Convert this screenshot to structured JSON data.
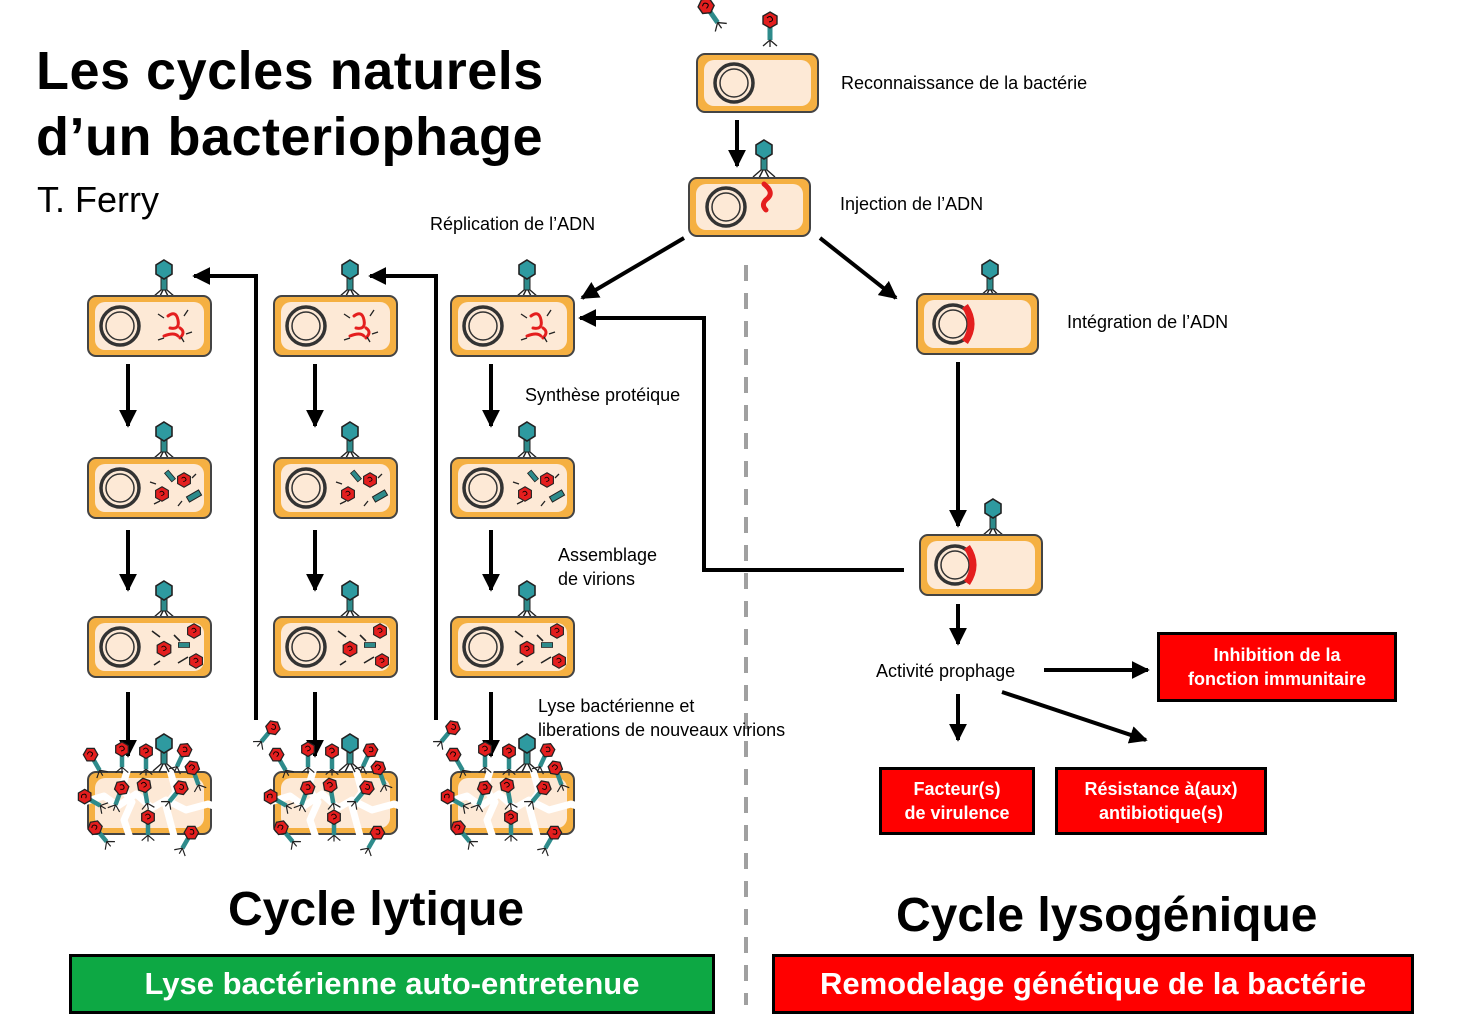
{
  "title_line1": "Les cycles naturels",
  "title_line2": "d’un bacteriophage",
  "author": "T. Ferry",
  "steps": {
    "recognition": "Reconnaissance de la bactérie",
    "injection": "Injection de l’ADN",
    "replication": "Réplication de l’ADN",
    "integration": "Intégration de l’ADN",
    "protein_synthesis": "Synthèse protéique",
    "assembly_line1": "Assemblage",
    "assembly_line2": "de virions",
    "lysis_line1": "Lyse bactérienne et",
    "lysis_line2": "liberations de nouveaux virions",
    "prophage_activity": "Activité prophage"
  },
  "outcomes": {
    "immune_line1": "Inhibition de la",
    "immune_line2": "fonction immunitaire",
    "virulence_line1": "Facteur(s)",
    "virulence_line2": "de virulence",
    "resistance_line1": "Résistance à(aux)",
    "resistance_line2": "antibiotique(s)"
  },
  "cycles": {
    "lytic_title": "Cycle lytique",
    "lysogenic_title": "Cycle lysogénique",
    "lytic_banner": "Lyse bactérienne auto-entretenue",
    "lysogenic_banner": "Remodelage génétique de la bactérie"
  },
  "colors": {
    "cell_fill": "#f5b042",
    "cell_inner": "#fde9d6",
    "dna": "#e41e1e",
    "phage_tail": "#2e8b8b",
    "green_banner": "#0da844",
    "red_box": "#ff0000"
  }
}
